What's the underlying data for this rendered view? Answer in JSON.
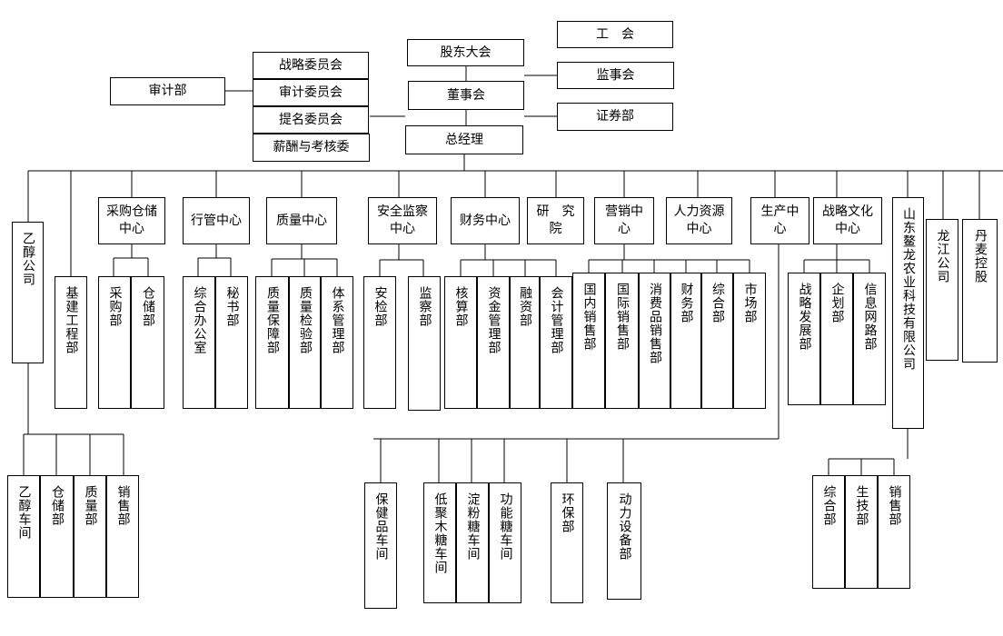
{
  "top": {
    "union": "工　会",
    "shareholders": "股东大会",
    "supervisory": "监事会",
    "board": "董事会",
    "securities": "证券部",
    "gm": "总经理",
    "audit_dept": "审计部"
  },
  "committees": [
    "战略委员会",
    "审计委员会",
    "提名委员会",
    "薪酬与考核委"
  ],
  "centers": [
    "采购仓储中心",
    "行管中心",
    "质量中心",
    "安全监察中心",
    "财务中心",
    "研　究院",
    "营销中心",
    "人力资源中心",
    "生产中心",
    "战略文化中心"
  ],
  "companies": {
    "ethanol": "乙醇公司",
    "shandong": "山东鳌龙农业科技有限公司",
    "longjiang": "龙江公司",
    "danmai": "丹麦控股"
  },
  "construction_dept": "基建工程部",
  "procurement_depts": [
    "采购部",
    "仓储部"
  ],
  "admin_depts": [
    "综合办公室",
    "秘书部"
  ],
  "quality_depts": [
    "质量保障部",
    "质量检验部",
    "体系管理部"
  ],
  "safety_depts": [
    "安检部",
    "监察部"
  ],
  "finance_depts": [
    "核算部",
    "资金管理部",
    "融资部",
    "会计管理部"
  ],
  "marketing_depts": [
    "国内销售部",
    "国际销售部",
    "消费品销售部",
    "财务部",
    "综合部",
    "市场部"
  ],
  "strategy_depts": [
    "战略发展部",
    "企划部",
    "信息网路部"
  ],
  "ethanol_depts": [
    "乙醇车间",
    "仓储部",
    "质量部",
    "销售部"
  ],
  "production_depts": [
    "保健品车间",
    "低聚木糖车间",
    "淀粉糖车间",
    "功能糖车间",
    "环保部",
    "动力设备部"
  ],
  "shandong_depts": [
    "综合部",
    "生技部",
    "销售部"
  ]
}
